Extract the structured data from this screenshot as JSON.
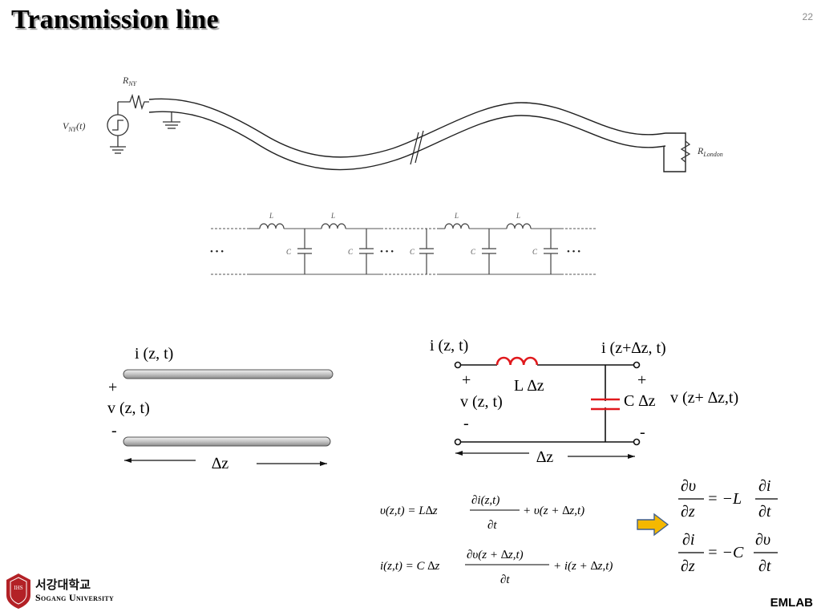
{
  "slide": {
    "title": "Transmission line",
    "page_number": "22",
    "footer_lab": "EMLAB",
    "university_korean": "서강대학교",
    "university_english": "Sogang University",
    "logo_text": "IHS"
  },
  "top_diagram": {
    "source_label": "V",
    "source_sub": "NY",
    "source_arg": "(t)",
    "resistor_ny_label": "R",
    "resistor_ny_sub": "NY",
    "resistor_london_label": "R",
    "resistor_london_sub": "London"
  },
  "ladder": {
    "inductor_label": "L",
    "capacitor_label": "C",
    "ellipsis": "• • •"
  },
  "segment_left": {
    "current_label": "i (z, t)",
    "plus": "+",
    "voltage_label": "v (z, t)",
    "minus": "-",
    "length_label": "∆z"
  },
  "segment_right": {
    "current_in_label": "i (z, t)",
    "current_out_label": "i (z+∆z, t)",
    "plus_left": "+",
    "voltage_in_label": "v (z, t)",
    "minus_left": "-",
    "inductor_label": "L ∆z",
    "capacitor_label": "C ∆z",
    "plus_right": "+",
    "voltage_out_label": "v (z+ ∆z,t)",
    "minus_right": "-",
    "length_label": "∆z"
  },
  "equations": {
    "eq1": {
      "lhs": "υ(z,t) = L∆z",
      "num": "∂i(z,t)",
      "den": "∂t",
      "rhs": "+ υ(z + ∆z,t)"
    },
    "eq2": {
      "lhs": "i(z,t) = C ∆z",
      "num": "∂υ(z + ∆z,t)",
      "den": "∂t",
      "rhs": "+ i(z + ∆z,t)"
    },
    "result1": {
      "lnum": "∂υ",
      "lden": "∂z",
      "mid": "= −L",
      "rnum": "∂i",
      "rden": "∂t"
    },
    "result2": {
      "lnum": "∂i",
      "lden": "∂z",
      "mid": "= −C",
      "rnum": "∂υ",
      "rden": "∂t"
    }
  },
  "colors": {
    "arrow_fill": "#f5b800",
    "arrow_stroke": "#3f5f8f",
    "inductor_red": "#e0191d",
    "logo_red": "#b32126"
  }
}
